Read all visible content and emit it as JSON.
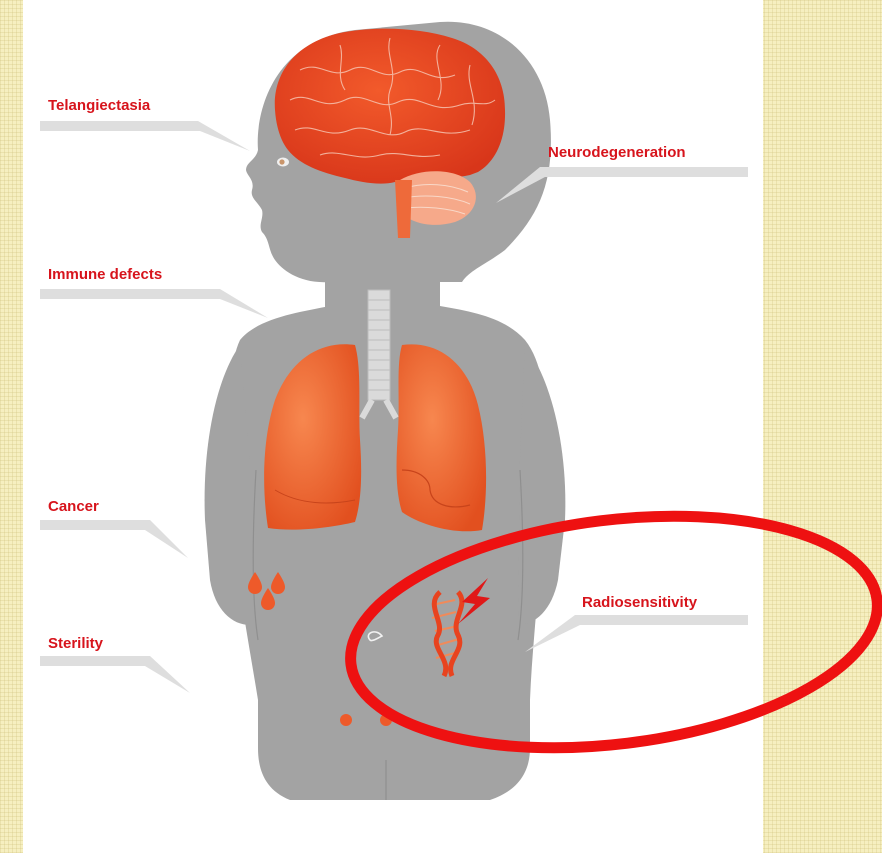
{
  "labels": {
    "telangiectasia": "Telangiectasia",
    "neurodegeneration": "Neurodegeneration",
    "immune_defects": "Immune defects",
    "cancer": "Cancer",
    "sterility": "Sterility",
    "radiosensitivity": "Radiosensitivity"
  },
  "colors": {
    "background": "#f6efc0",
    "body": "#a3a3a3",
    "organ": "#ee5a2a",
    "brain": "#e8431f",
    "label_text": "#d7141c",
    "highlight_ellipse": "#ee1111"
  },
  "icons": [
    "brain-icon",
    "lungs-icon",
    "trachea-icon",
    "dna-icon",
    "lightning-icon",
    "blood-drops-icon"
  ]
}
